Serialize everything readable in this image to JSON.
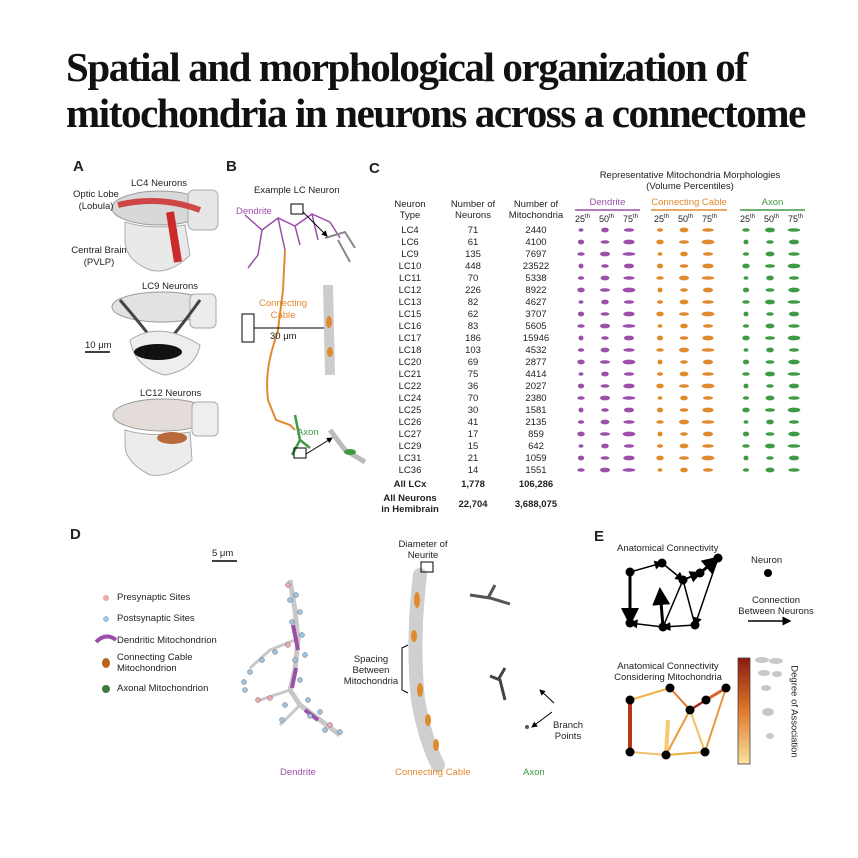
{
  "title": "Spatial and morphological organization of mitochondria in neurons across a connectome",
  "panels": {
    "a": {
      "letter": "A",
      "lc4": "LC4 Neurons",
      "optic_lobe": "Optic Lobe",
      "lobula": "(Lobula)",
      "central_brain": "Central Brain",
      "pvlp": "(PVLP)",
      "lc9": "LC9 Neurons",
      "scale": "10 μm",
      "lc12": "LC12 Neurons"
    },
    "b": {
      "letter": "B",
      "title": "Example LC Neuron",
      "dendrite": "Dendrite",
      "connecting1": "Connecting",
      "connecting2": "Cable",
      "scale": "30 μm",
      "axon": "Axon"
    },
    "c": {
      "letter": "C",
      "heading1": "Representative Mitochondria Morphologies",
      "heading2": "(Volume Percentiles)",
      "col_type": [
        "Neuron",
        "Type"
      ],
      "col_neurons": [
        "Number of",
        "Neurons"
      ],
      "col_mito": [
        "Number of",
        "Mitochondria"
      ],
      "groups": [
        "Dendrite",
        "Connecting Cable",
        "Axon"
      ],
      "percentiles": [
        "25",
        "50",
        "75"
      ],
      "sup": "th",
      "rows": [
        {
          "type": "LC4",
          "neurons": "71",
          "mito": "2440"
        },
        {
          "type": "LC6",
          "neurons": "61",
          "mito": "4100"
        },
        {
          "type": "LC9",
          "neurons": "135",
          "mito": "7697"
        },
        {
          "type": "LC10",
          "neurons": "448",
          "mito": "23522"
        },
        {
          "type": "LC11",
          "neurons": "70",
          "mito": "5338"
        },
        {
          "type": "LC12",
          "neurons": "226",
          "mito": "8922"
        },
        {
          "type": "LC13",
          "neurons": "82",
          "mito": "4627"
        },
        {
          "type": "LC15",
          "neurons": "62",
          "mito": "3707"
        },
        {
          "type": "LC16",
          "neurons": "83",
          "mito": "5605"
        },
        {
          "type": "LC17",
          "neurons": "186",
          "mito": "15946"
        },
        {
          "type": "LC18",
          "neurons": "103",
          "mito": "4532"
        },
        {
          "type": "LC20",
          "neurons": "69",
          "mito": "2877"
        },
        {
          "type": "LC21",
          "neurons": "75",
          "mito": "4414"
        },
        {
          "type": "LC22",
          "neurons": "36",
          "mito": "2027"
        },
        {
          "type": "LC24",
          "neurons": "70",
          "mito": "2380"
        },
        {
          "type": "LC25",
          "neurons": "30",
          "mito": "1581"
        },
        {
          "type": "LC26",
          "neurons": "41",
          "mito": "2135"
        },
        {
          "type": "LC27",
          "neurons": "17",
          "mito": "859"
        },
        {
          "type": "LC29",
          "neurons": "15",
          "mito": "642"
        },
        {
          "type": "LC31",
          "neurons": "21",
          "mito": "1059"
        },
        {
          "type": "LC36",
          "neurons": "14",
          "mito": "1551"
        }
      ],
      "total_lcx": {
        "type": "All LCx",
        "neurons": "1,778",
        "mito": "106,286"
      },
      "total_all": {
        "type1": "All Neurons",
        "type2": "in Hemibrain",
        "neurons": "22,704",
        "mito": "3,688,075"
      }
    },
    "d": {
      "letter": "D",
      "scale": "5 μm",
      "legend": [
        "Presynaptic Sites",
        "Postsynaptic Sites",
        "Dendritic Mitochondrion",
        "Connecting Cable",
        "Mitochondrion",
        "Axonal Mitochondrion"
      ],
      "diameter1": "Diameter of",
      "diameter2": "Neurite",
      "spacing1": "Spacing",
      "spacing2": "Between",
      "spacing3": "Mitochondria",
      "branch1": "Branch",
      "branch2": "Points",
      "dendrite": "Dendrite",
      "cable": "Connecting Cable",
      "axon": "Axon"
    },
    "e": {
      "letter": "E",
      "anat": "Anatomical Connectivity",
      "neuron": "Neuron",
      "connection1": "Connection",
      "connection2": "Between Neurons",
      "anat_mito1": "Anatomical Connectivity",
      "anat_mito2": "Considering Mitochondria",
      "degree": "Degree of Association"
    }
  },
  "colors": {
    "dendrite": "#9b4fa8",
    "cable": "#e08a2e",
    "axon": "#3f9a45",
    "lc4_red": "#cc2b2b",
    "presyn": "#f0a8a8",
    "postsyn": "#9ec4de"
  }
}
